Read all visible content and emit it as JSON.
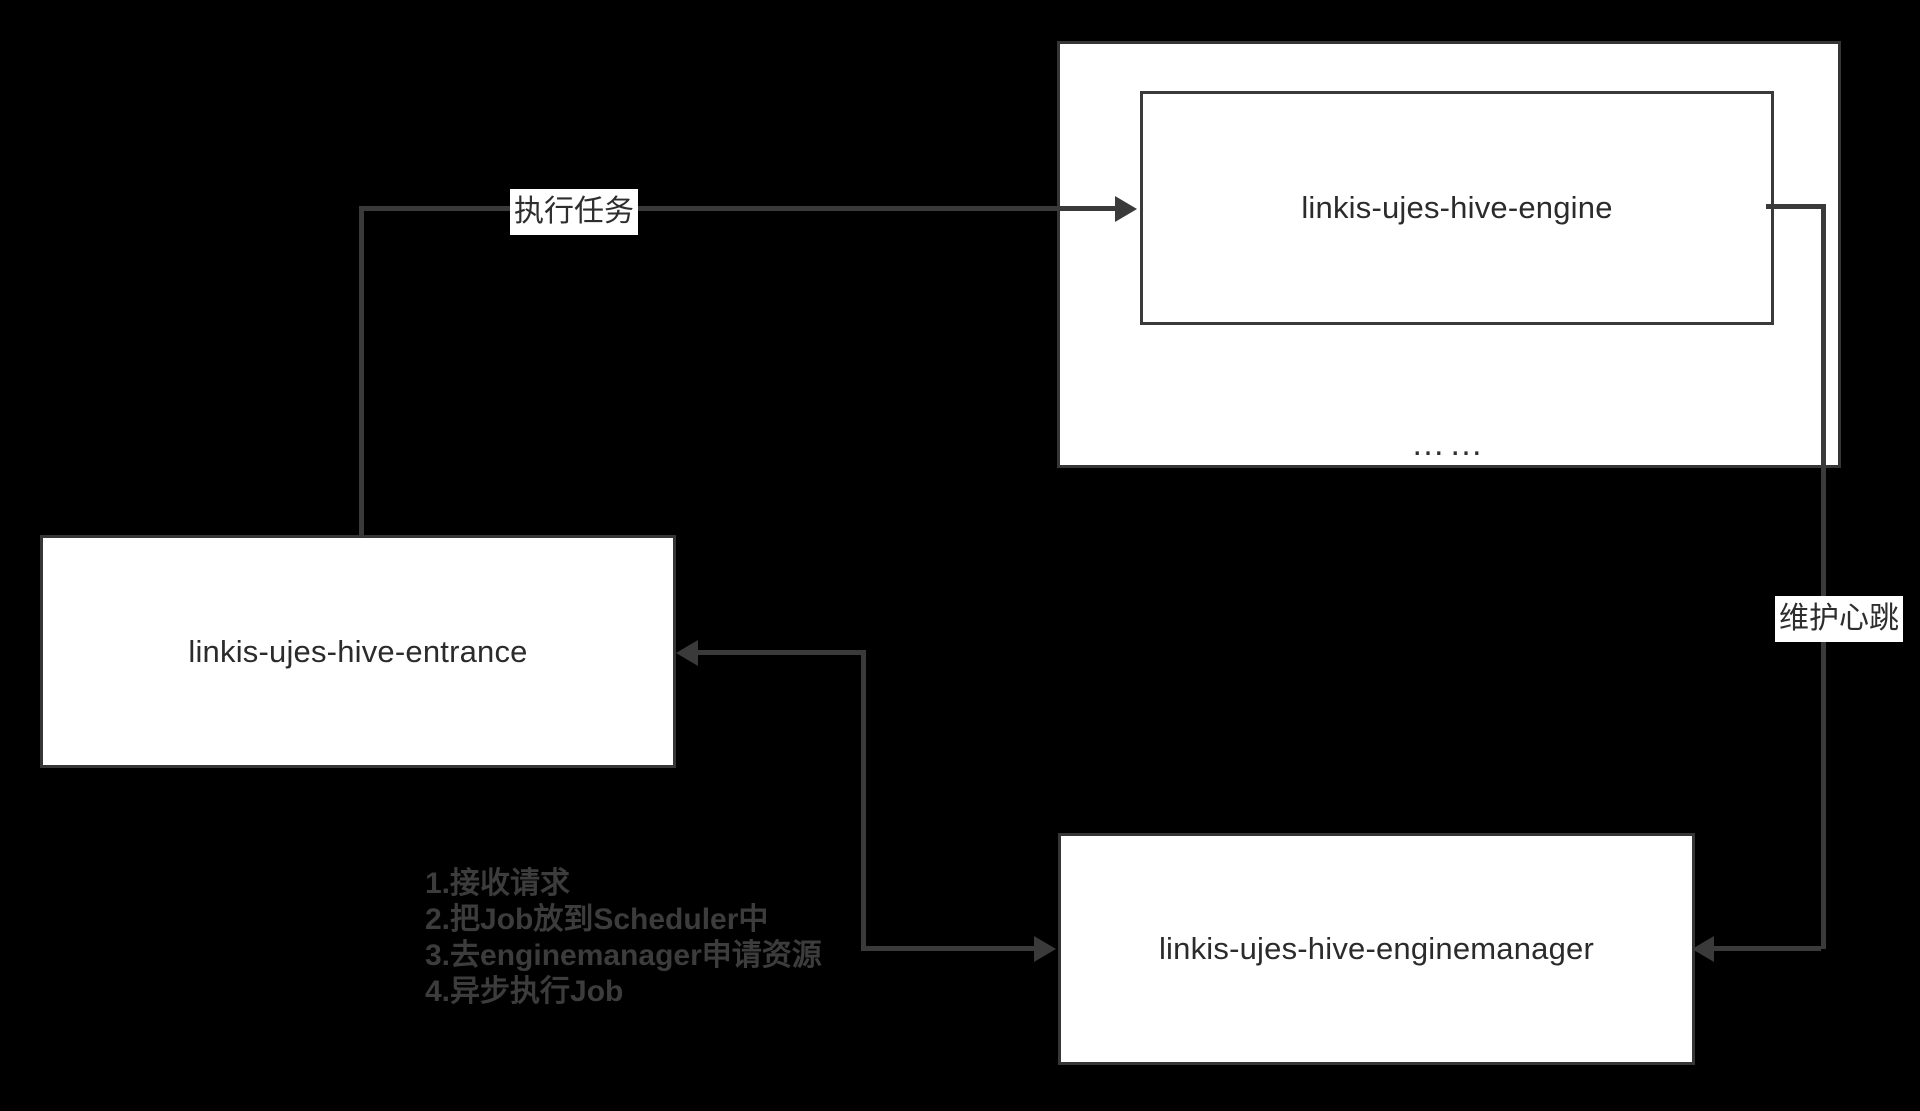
{
  "diagram": {
    "title": "linkis hive execution flow",
    "background_color": "#000000",
    "box_fill": "#ffffff",
    "line_color": "#3a3a3a",
    "nodes": {
      "engine": "linkis-ujes-hive-engine",
      "engine_more": "……",
      "entrance": "linkis-ujes-hive-entrance",
      "enginemanager": "linkis-ujes-hive-enginemanager"
    },
    "edges": {
      "execute_task": "执行任务",
      "heartbeat": "维护心跳"
    },
    "steps": [
      "1.接收请求",
      "2.把Job放到Scheduler中",
      "3.去enginemanager申请资源",
      "4.异步执行Job"
    ]
  }
}
